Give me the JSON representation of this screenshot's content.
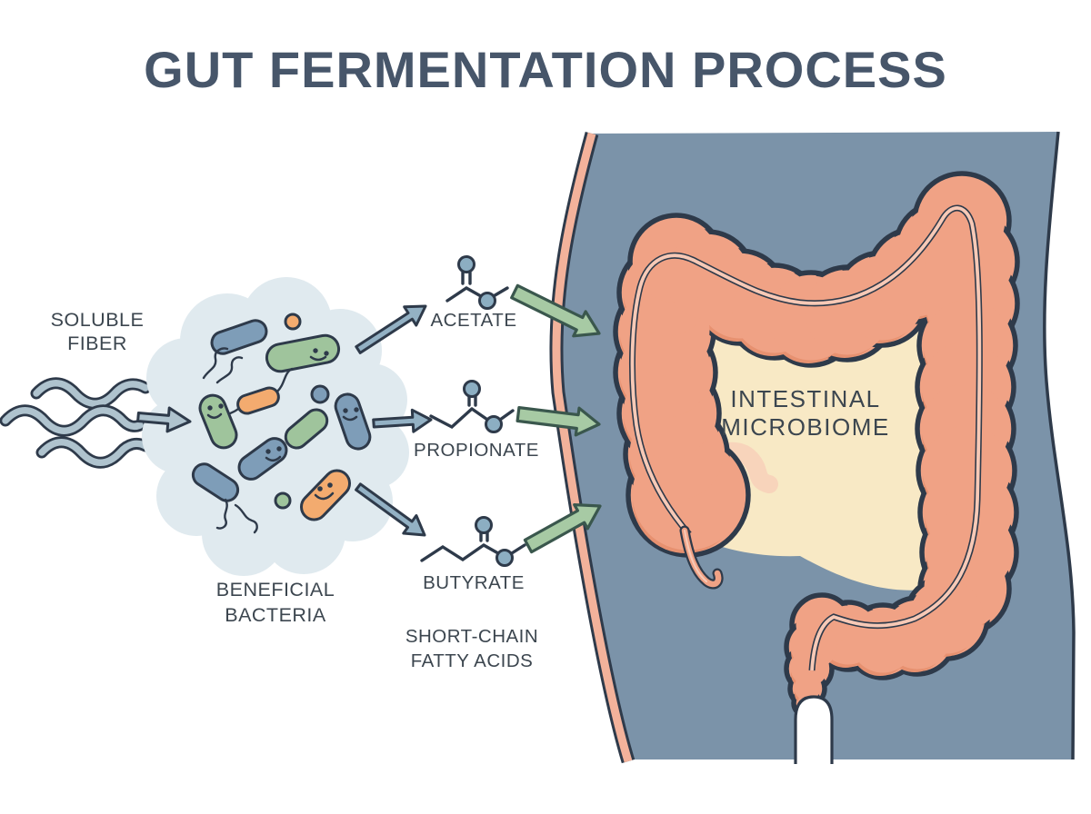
{
  "title": "GUT FERMENTATION PROCESS",
  "flow": {
    "soluble_fiber_label": "SOLUBLE\nFIBER",
    "beneficial_bacteria_label": "BENEFICIAL\nBACTERIA",
    "acetate_label": "ACETATE",
    "propionate_label": "PROPIONATE",
    "butyrate_label": "BUTYRATE",
    "scfa_group_label": "SHORT-CHAIN\nFATTY ACIDS",
    "intestinal_microbiome_label": "INTESTINAL\nMICROBIOME"
  },
  "icons": {
    "soluble_fiber": "wavy-fiber-strands-icon",
    "bacteria_cloud": "beneficial-bacteria-cluster-icon",
    "acetate": "acetate-molecule-icon",
    "propionate": "propionate-molecule-icon",
    "butyrate": "butyrate-molecule-icon",
    "body": "abdomen-large-intestine-illustration"
  },
  "colors": {
    "background": "#FFFFFF",
    "title_text": "#47566A",
    "label_text": "#3C464F",
    "torso_blue": "#7B93A9",
    "body_wall_salmon": "#F3B29B",
    "colon_salmon": "#F0A285",
    "colon_shadow": "#E79170",
    "colon_highlight": "#F7C9B6",
    "interior_cream": "#F8E9C5",
    "outline_dark": "#2E3A4A",
    "cloud_blue": "#E0EAEF",
    "bacteria_green": "#9FC49C",
    "bacteria_blue": "#7E9DB8",
    "bacteria_orange": "#F3AB6F",
    "arrow_gray_blue": "#93B1C4",
    "arrow_green": "#A7CAA4",
    "arrow_green_stroke": "#3A574D",
    "wave_gray": "#AFC3CE",
    "molecule_node_blue": "#8CAEC2"
  }
}
